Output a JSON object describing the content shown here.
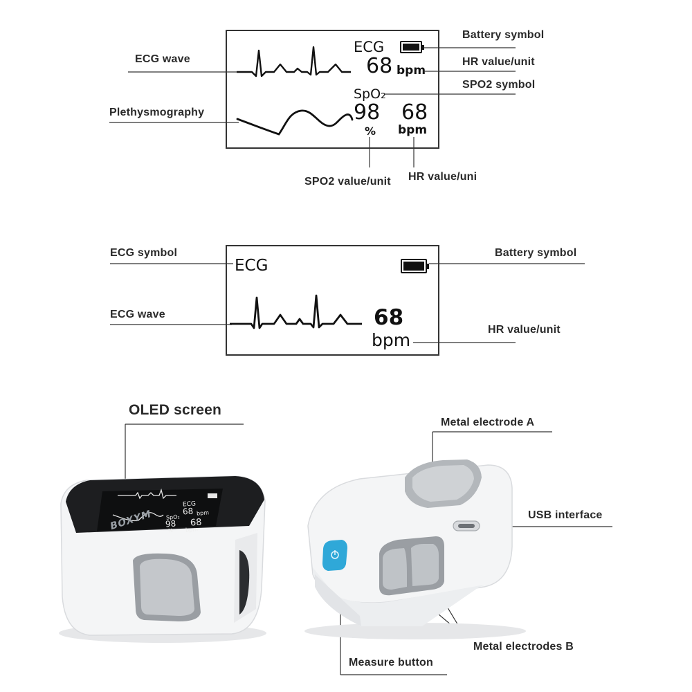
{
  "panel1": {
    "ecg_text": "ECG",
    "hr_value": "68",
    "hr_unit": "bpm",
    "spo2_symbol": "SpO₂",
    "spo2_value": "98",
    "spo2_unit": "%",
    "hr2_value": "68",
    "hr2_unit": "bpm"
  },
  "panel1_labels": {
    "ecg_wave": "ECG wave",
    "plethysmography": "Plethysmography",
    "battery_symbol": "Battery symbol",
    "hr_value_unit": "HR value/unit",
    "spo2_symbol": "SPO2 symbol",
    "spo2_value_unit": "SPO2 value/unit",
    "hr_value_uni": "HR value/uni"
  },
  "panel2": {
    "ecg_text": "ECG",
    "hr_value": "68",
    "hr_unit": "bpm"
  },
  "panel2_labels": {
    "ecg_symbol": "ECG symbol",
    "battery_symbol": "Battery symbol",
    "ecg_wave": "ECG wave",
    "hr_value_unit": "HR value/unit"
  },
  "device": {
    "brand": "BOXYM",
    "oled_ecg": "ECG",
    "oled_hr": "68",
    "oled_bpm": "bpm",
    "oled_spo2": "SpO₂",
    "oled_spo2_val": "98",
    "oled_pct": "%",
    "oled_hr2": "68",
    "oled_bpm2": "bpm"
  },
  "device_labels": {
    "oled_screen": "OLED screen",
    "metal_electrode_a": "Metal electrode A",
    "usb_interface": "USB interface",
    "metal_electrodes_b": "Metal electrodes B",
    "measure_button": "Measure button"
  },
  "colors": {
    "measure_button": "#2fa8d8",
    "screen_border": "#333333",
    "device_body": "#f4f5f6"
  },
  "icons": [
    "battery-icon",
    "ecg-wave",
    "pleth-wave",
    "power-icon"
  ]
}
